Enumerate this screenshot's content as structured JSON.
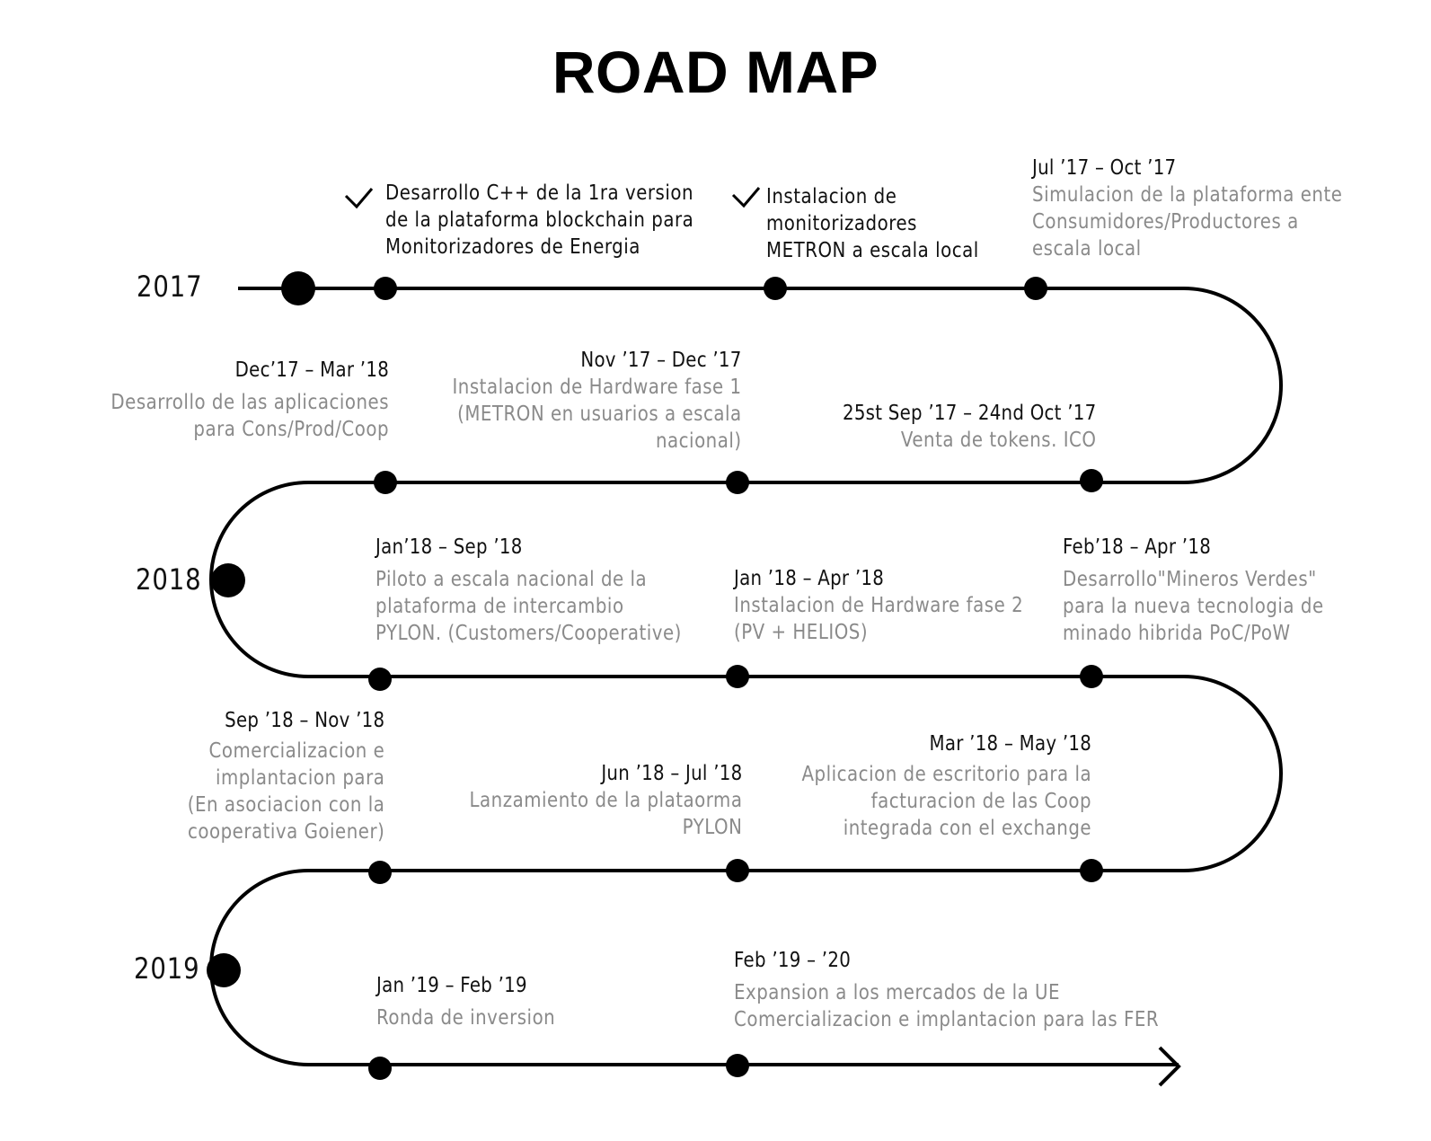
{
  "title": "ROAD MAP",
  "years": [
    "2017",
    "2018",
    "2019"
  ],
  "milestones": {
    "m1": {
      "text": "Desarrollo C++ de la 1ra version\nde la plataforma blockchain para\nMonitorizadores de Energia",
      "completed": true
    },
    "m2": {
      "text": "Instalacion de\nmonitorizadores\nMETRON a escala local",
      "completed": true
    },
    "m3": {
      "date": "Jul ’17 – Oct ’17",
      "desc": "Simulacion de la plataforma ente\nConsumidores/Productores a\nescala local"
    },
    "m4": {
      "date": "Dec’17 – Mar ’18",
      "desc": "Desarrollo de las aplicaciones\npara Cons/Prod/Coop"
    },
    "m5": {
      "date": "Nov ’17 – Dec ’17",
      "desc": "Instalacion de Hardware fase 1\n(METRON en usuarios a escala\nnacional)"
    },
    "m6": {
      "date": "25st Sep ’17 – 24nd Oct ’17",
      "desc": "Venta de tokens. ICO"
    },
    "m7": {
      "date": "Jan’18 – Sep ’18",
      "desc": "Piloto a escala nacional de la\nplataforma de intercambio\nPYLON. (Customers/Cooperative)"
    },
    "m8": {
      "date": "Jan ’18 – Apr ’18",
      "desc": "Instalacion de Hardware fase 2\n(PV + HELIOS)"
    },
    "m9": {
      "date": "Feb’18 – Apr ’18",
      "desc": "Desarrollo\"Mineros Verdes\"\npara la nueva tecnologia de\nminado hibrida PoC/PoW"
    },
    "m10": {
      "date": "Sep ’18 – Nov ’18",
      "desc": "Comercializacion e\nimplantacion para\n(En asociacion con la\ncooperativa Goiener)"
    },
    "m11": {
      "date": "Jun ’18 – Jul ’18",
      "desc": "Lanzamiento de la plataorma\nPYLON"
    },
    "m12": {
      "date": "Mar ’18 – May ’18",
      "desc": "Aplicacion de escritorio para la\nfacturacion de las Coop\nintegrada con el exchange"
    },
    "m13": {
      "date": "Jan ’19 –  Feb ’19",
      "desc": "Ronda de inversion"
    },
    "m14": {
      "date": "Feb ’19 – ’20",
      "desc": "Expansion a los mercados de la UE\nComercializacion e implantacion para las FER"
    }
  }
}
